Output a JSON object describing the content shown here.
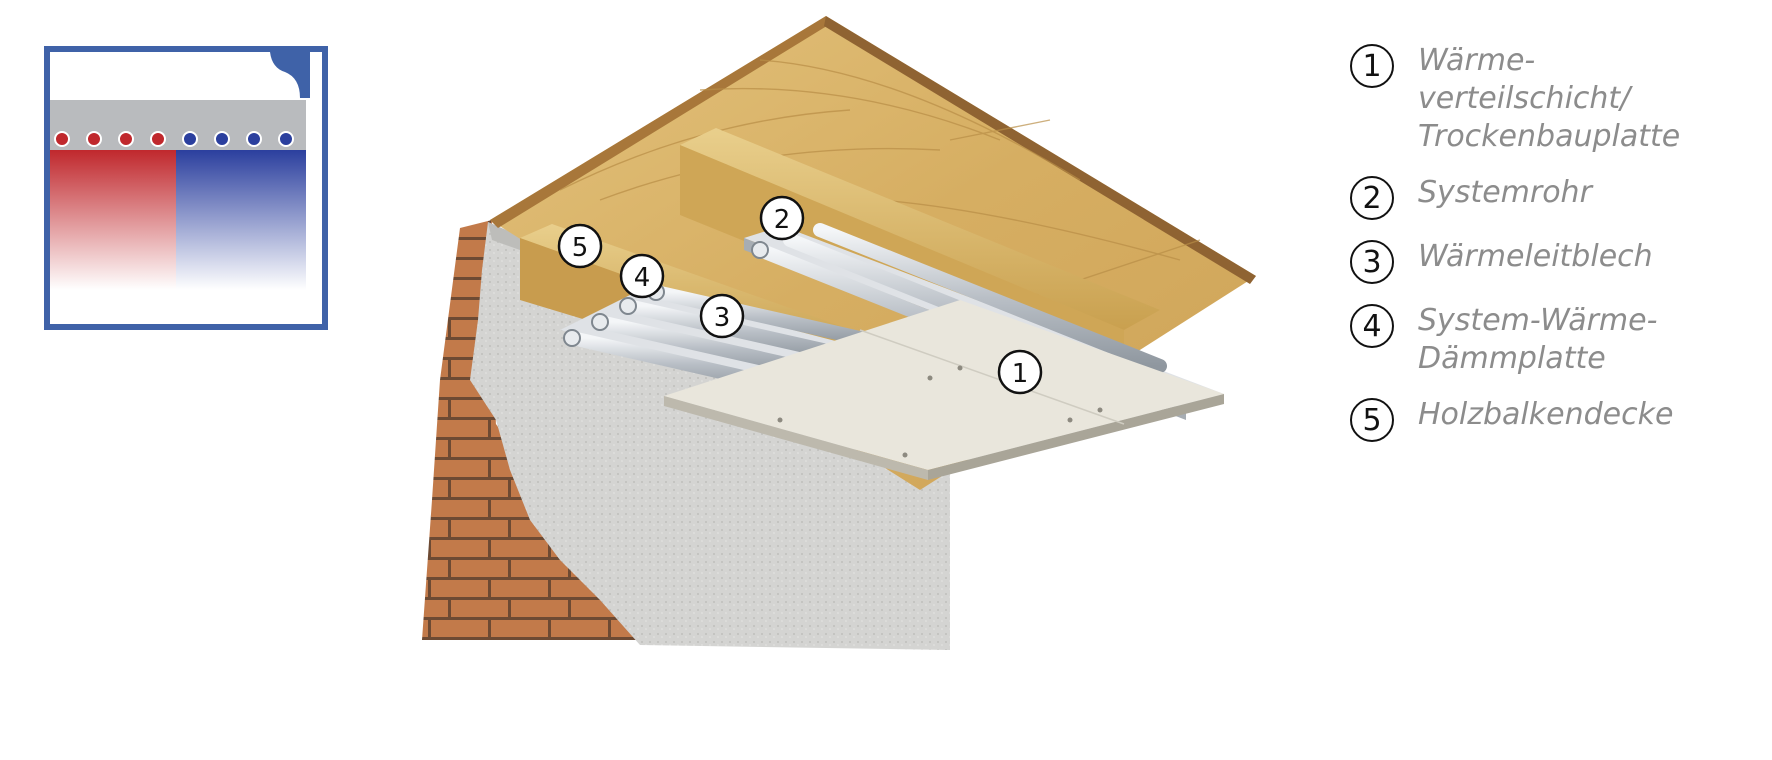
{
  "legend": {
    "items": [
      {
        "number": "1",
        "label": "Wärme-\nverteilschicht/\nTrockenbauplatte"
      },
      {
        "number": "2",
        "label": "Systemrohr"
      },
      {
        "number": "3",
        "label": "Wärmeleitblech"
      },
      {
        "number": "4",
        "label": "System-Wärme-\nDämmplatte"
      },
      {
        "number": "5",
        "label": "Holzbalkendecke"
      }
    ]
  },
  "markers": [
    "1",
    "2",
    "3",
    "4",
    "5"
  ],
  "icon": {
    "name": "ceiling-heating-icon",
    "frame_color": "#3f62a8",
    "warm_color": "#c0282d",
    "cool_color": "#2b3f9e"
  },
  "colors": {
    "wood": "#d9b46a",
    "plaster": "#d6d6d4",
    "brick": "#c27a4a",
    "board": "#e9e6dc",
    "metal": "#c9cdd2"
  }
}
